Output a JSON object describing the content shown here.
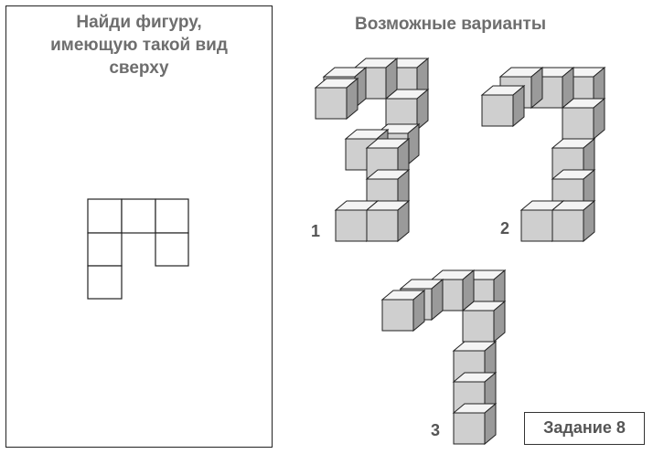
{
  "task_prompt": {
    "line1": "Найди фигуру,",
    "line2": "имеющую такой вид",
    "line3": "сверху"
  },
  "options_heading": "Возможные варианты",
  "option_labels": [
    "1",
    "2",
    "3"
  ],
  "task_label": "Задание 8"
}
